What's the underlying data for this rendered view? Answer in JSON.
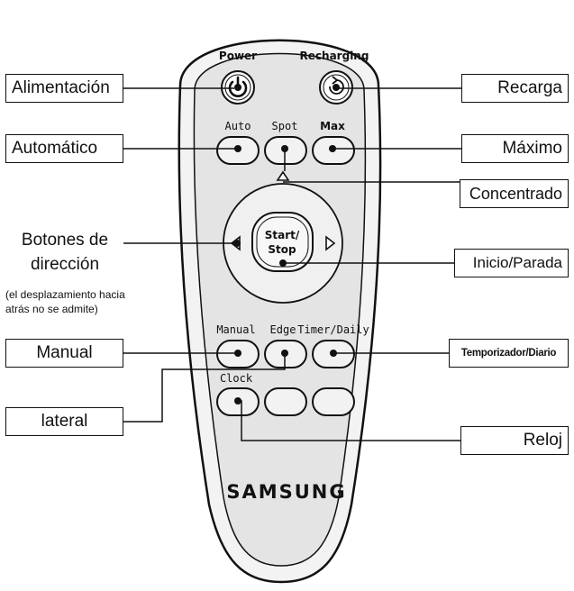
{
  "remote": {
    "brand": "SAMSUNG",
    "buttons": {
      "power": "Power",
      "recharging": "Recharging",
      "auto": "Auto",
      "spot": "Spot",
      "max": "Max",
      "start_stop_line1": "Start/",
      "start_stop_line2": "Stop",
      "manual": "Manual",
      "edge": "Edge",
      "timer_daily": "Timer/Daily",
      "clock": "Clock"
    }
  },
  "callouts": {
    "power": "Alimentación",
    "recharging": "Recarga",
    "auto": "Automático",
    "max": "Máximo",
    "spot": "Concentrado",
    "direction_line1": "Botones de",
    "direction_line2": "dirección",
    "direction_note_line1": "(el desplazamiento hacia",
    "direction_note_line2": "atrás no se admite)",
    "start_stop": "Inicio/Parada",
    "manual": "Manual",
    "timer_daily": "Temporizador/Diario",
    "edge": "lateral",
    "clock": "Reloj"
  }
}
